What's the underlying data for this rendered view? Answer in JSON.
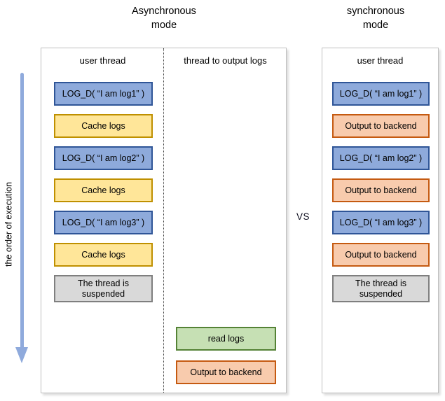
{
  "header": {
    "async_title": "Asynchronous\nmode",
    "sync_title": "synchronous\nmode",
    "vs_label": "VS"
  },
  "execution_axis": {
    "label": "the order of execution"
  },
  "async_panel": {
    "user_thread_header": "user thread",
    "output_thread_header": "thread to output logs",
    "user_thread_boxes": [
      {
        "label": "LOG_D( “I am log1” )"
      },
      {
        "label": "Cache logs"
      },
      {
        "label": "LOG_D( “I am log2” )"
      },
      {
        "label": "Cache logs"
      },
      {
        "label": "LOG_D( “I am log3” )"
      },
      {
        "label": "Cache logs"
      },
      {
        "label": "The thread is suspended"
      }
    ],
    "output_thread_boxes": [
      {
        "label": "read logs"
      },
      {
        "label": "Output to backend"
      }
    ]
  },
  "sync_panel": {
    "user_thread_header": "user thread",
    "boxes": [
      {
        "label": "LOG_D( “I am log1” )"
      },
      {
        "label": "Output to backend"
      },
      {
        "label": "LOG_D( “I am log2” )"
      },
      {
        "label": "Output to backend"
      },
      {
        "label": "LOG_D( “I am log3” )"
      },
      {
        "label": "Output to backend"
      },
      {
        "label": "The thread is suspended"
      }
    ]
  },
  "colors": {
    "log_box_fill": "#8EAADB",
    "log_box_border": "#2F5597",
    "cache_box_fill": "#FFE699",
    "cache_box_border": "#BF9000",
    "output_box_fill": "#F8CBAD",
    "output_box_border": "#C55A11",
    "read_box_fill": "#C6E0B4",
    "read_box_border": "#548235",
    "suspended_box_fill": "#D9D9D9",
    "suspended_box_border": "#7F7F7F",
    "arrow": "#8FAADC",
    "panel_border": "#BFBFBF"
  }
}
